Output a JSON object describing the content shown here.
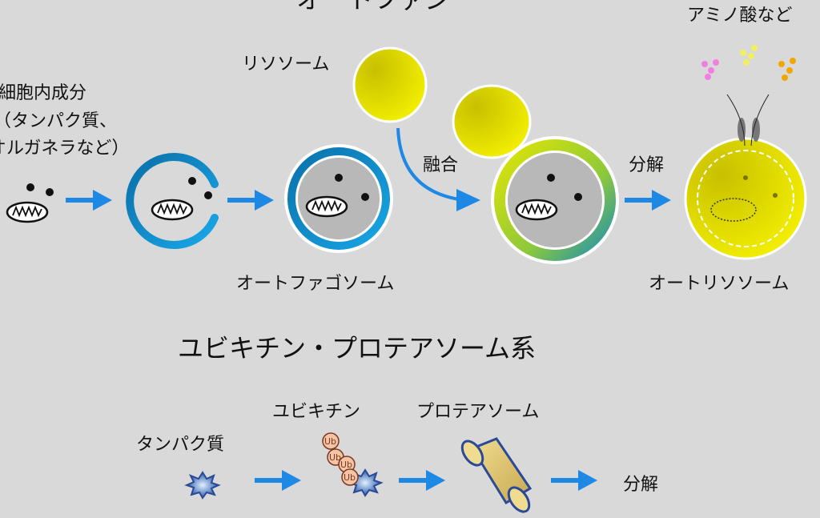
{
  "autophagy": {
    "title": "オートファジー",
    "cell_components_line1": "細胞内成分",
    "cell_components_line2": "（タンパク質、",
    "cell_components_line3": "オルガネラなど）",
    "lysosome": "リソソーム",
    "fusion": "融合",
    "degradation": "分解",
    "amino_acids": "アミノ酸など",
    "autophagosome": "オートファゴソーム",
    "autolysosome": "オートリソソーム"
  },
  "ups": {
    "title": "ユビキチン・プロテアソーム系",
    "protein": "タンパク質",
    "ubiquitin": "ユビキチン",
    "proteasome": "プロテアソーム",
    "degradation": "分解",
    "ub_label": "Ub"
  },
  "colors": {
    "background": "#d9d9d9",
    "arrow": "#1e88e5",
    "membrane": "#0a86c8",
    "lysosome": "#e8e800",
    "proteasome": "#e8d07a"
  }
}
